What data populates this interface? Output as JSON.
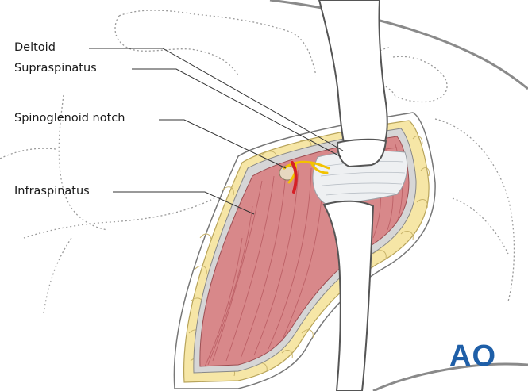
{
  "labels": {
    "deltoid": "Deltoid",
    "supraspinatus": "Supraspinatus",
    "spinoglenoid_notch": "Spinoglenoid notch",
    "infraspinatus": "Infraspinatus"
  },
  "logo": {
    "text": "AO"
  },
  "colors": {
    "muscle": "#d8888a",
    "muscle_dark": "#b85a60",
    "fat": "#f6e6a6",
    "fat_outline": "#b8a45a",
    "tendon": "#eef0f2",
    "retractor": "#ffffff",
    "outline": "#555555",
    "nerve": "#f2c200",
    "artery": "#d61f26",
    "logo": "#1f5fa8"
  }
}
